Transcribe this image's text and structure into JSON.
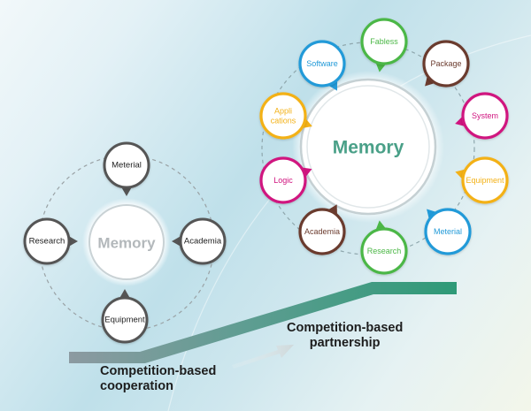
{
  "colors": {
    "left_gray": "#555555",
    "right_center": "#4aa088",
    "green_bar": "#2e9a77",
    "gray_bar": "#8c9aa1"
  },
  "left_diagram": {
    "center": "Memory",
    "nodes": [
      "Meterial",
      "Academia",
      "Equipment",
      "Research"
    ]
  },
  "right_diagram": {
    "center": "Memory",
    "nodes": [
      {
        "label_lines": [
          "Fabless"
        ],
        "color": "#4cb747"
      },
      {
        "label_lines": [
          "Package"
        ],
        "color": "#6b3b2e"
      },
      {
        "label_lines": [
          "System"
        ],
        "color": "#d0147f"
      },
      {
        "label_lines": [
          "Equipment"
        ],
        "color": "#f3b117"
      },
      {
        "label_lines": [
          "Meterial"
        ],
        "color": "#229ad8"
      },
      {
        "label_lines": [
          "Research"
        ],
        "color": "#4cb747"
      },
      {
        "label_lines": [
          "Academia"
        ],
        "color": "#6b3b2e"
      },
      {
        "label_lines": [
          "Logic"
        ],
        "color": "#d0147f"
      },
      {
        "label_lines": [
          "Appli",
          "cations"
        ],
        "color": "#f3b117"
      },
      {
        "label_lines": [
          "Software"
        ],
        "color": "#229ad8"
      }
    ]
  },
  "captions": {
    "left": [
      "Competition-based",
      "cooperation"
    ],
    "right": [
      "Competition-based",
      "partnership"
    ]
  }
}
